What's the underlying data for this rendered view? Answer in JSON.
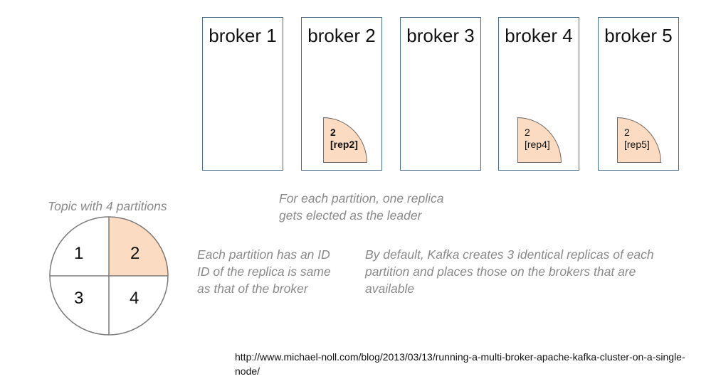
{
  "brokers": [
    {
      "label": "broker 1",
      "replica": null
    },
    {
      "label": "broker 2",
      "replica": {
        "line1": "2",
        "line2": "[rep2]",
        "bold": true
      }
    },
    {
      "label": "broker 3",
      "replica": null
    },
    {
      "label": "broker 4",
      "replica": {
        "line1": "2",
        "line2": "[rep4]",
        "bold": false
      }
    },
    {
      "label": "broker 5",
      "replica": {
        "line1": "2",
        "line2": "[rep5]",
        "bold": false
      }
    }
  ],
  "topic": {
    "caption": "Topic with 4 partitions",
    "partitions": [
      "1",
      "2",
      "3",
      "4"
    ],
    "highlight_color": "#fbdcc2"
  },
  "notes": {
    "leader_line1": "For each partition, one replica",
    "leader_line2": "gets elected as the leader",
    "id_line1": "Each partition has an ID",
    "id_line2": "ID of the replica is same",
    "id_line3": "as that of the broker",
    "default_line1": "By default, Kafka creates 3 identical replicas of each",
    "default_line2": "partition and places those on the brokers that are",
    "default_line3": "available"
  },
  "source_url": "http://www.michael-noll.com/blog/2013/03/13/running-a-multi-broker-apache-kafka-cluster-on-a-single-node/"
}
